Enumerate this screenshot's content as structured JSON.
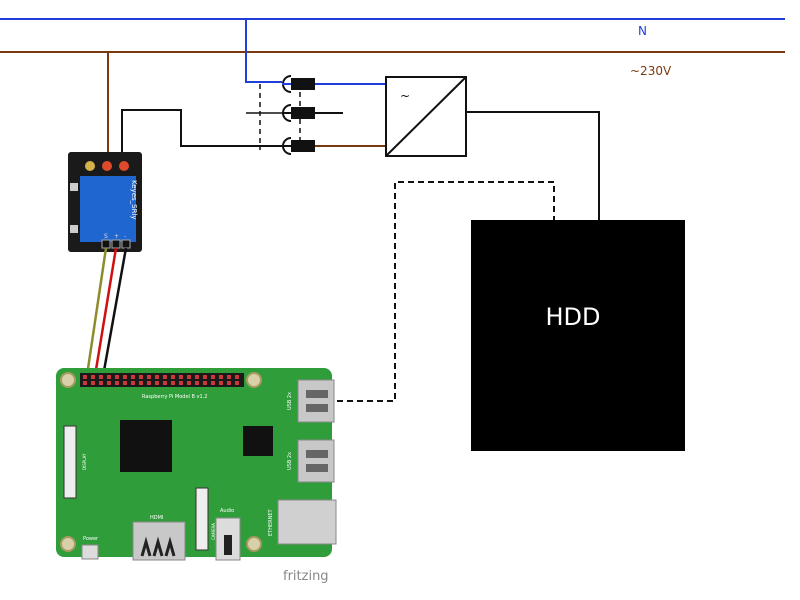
{
  "labels": {
    "neutral": "N",
    "mains": "~230V",
    "psu_symbol": "~",
    "hdd": "HDD",
    "watermark": "fritzing"
  },
  "relay_module": {
    "brand_text": "Keyes_SRly",
    "pin_labels": [
      "S",
      "+",
      "-"
    ]
  },
  "raspberry_pi": {
    "board_text": "Raspberry Pi Model B v1.2",
    "usb_label_1": "USB 2x",
    "usb_label_2": "USB 2x",
    "ethernet_label": "ETHERNET",
    "hdmi_label": "HDMI",
    "audio_label": "Audio",
    "power_label": "Power",
    "display_label": "DISPLAY",
    "camera_label": "CAMERA"
  },
  "colors": {
    "neutral_wire": "#1f3fdc",
    "mains_wire": "#7a3a10",
    "pcb_green": "#2f9e3a",
    "relay_blue": "#1f66d0",
    "hdd_fill": "#000000"
  }
}
